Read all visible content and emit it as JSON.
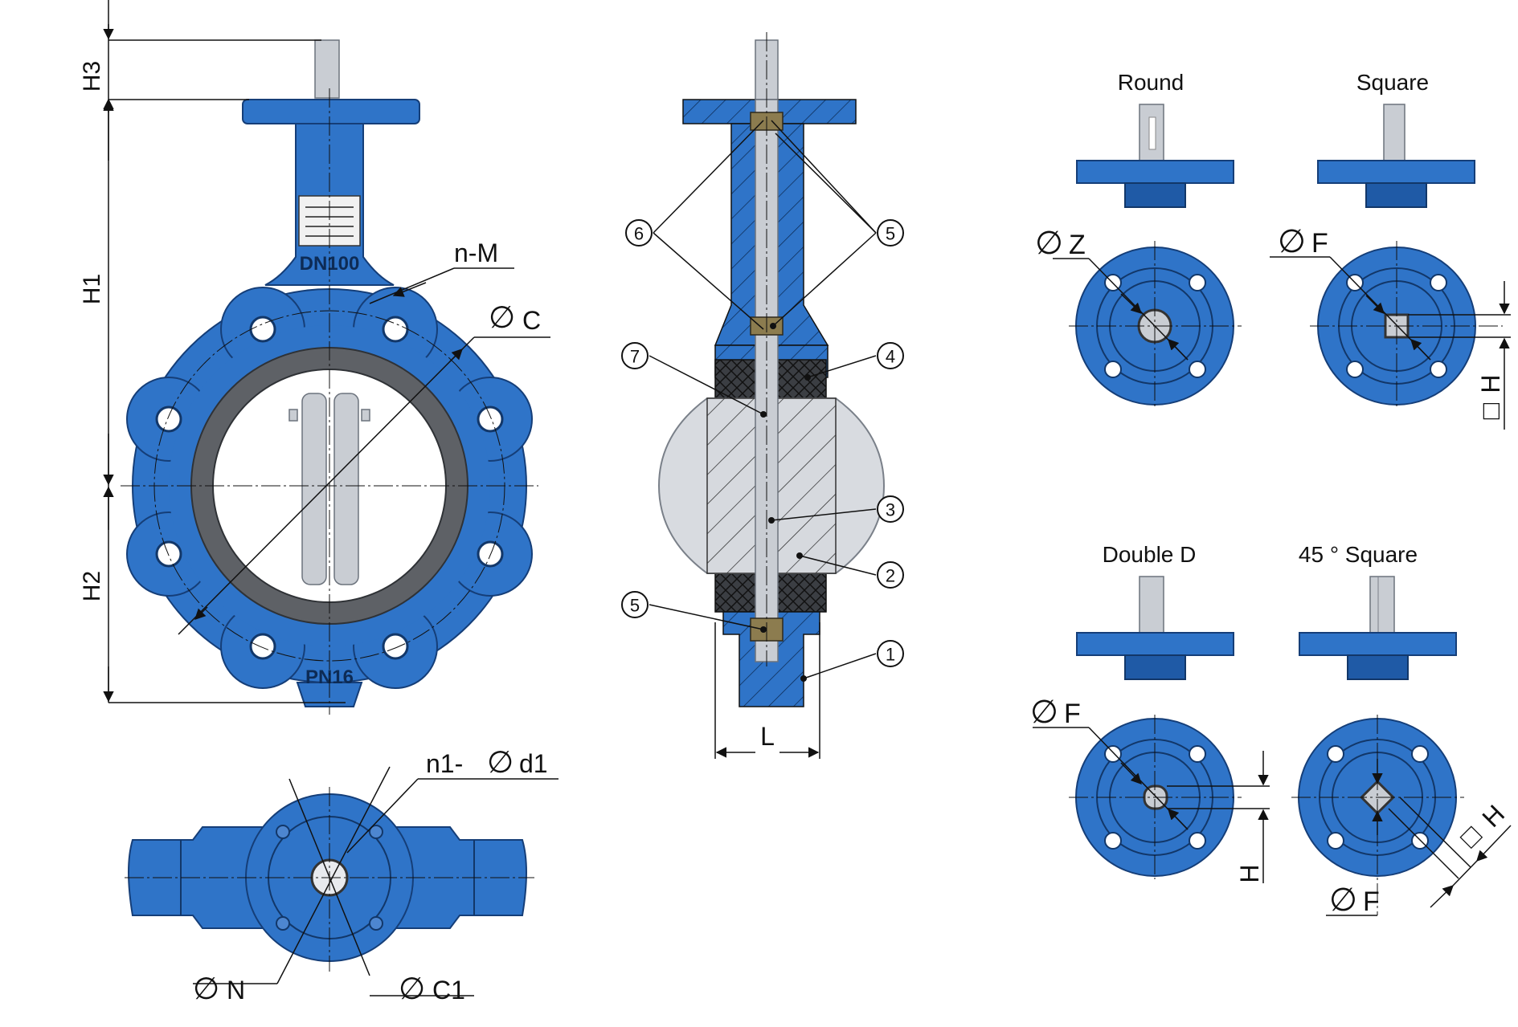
{
  "colors": {
    "body_blue": "#2f74c8",
    "dark_blue": "#1f5aa6",
    "liner_gray": "#5e6166",
    "steel": "#c9cdd3",
    "line": "#111111"
  },
  "front_view": {
    "dims": {
      "h3": "H3",
      "h1": "H1",
      "h2": "H2",
      "nm": "n-M",
      "c": "C"
    },
    "markings": {
      "size": "DN100",
      "pressure": "PN16"
    }
  },
  "top_view": {
    "dims": {
      "n1d1": "n1- ",
      "d1": "d1",
      "n": "N",
      "c1": "C1"
    }
  },
  "section_view": {
    "callouts": [
      "6",
      "5",
      "7",
      "4",
      "3",
      "2",
      "5",
      "1"
    ],
    "dims": {
      "l": "L"
    }
  },
  "shaft_ends": {
    "round": {
      "title": "Round",
      "dim": "Z"
    },
    "square": {
      "title": "Square",
      "dim": "F",
      "h": "H"
    },
    "double_d": {
      "title": "Double D",
      "dim": "F",
      "h": "H"
    },
    "square45": {
      "title": "45 ° Square",
      "dim": "F",
      "h": "H"
    }
  },
  "symbols": {
    "diameter": "∅",
    "square": "□"
  }
}
